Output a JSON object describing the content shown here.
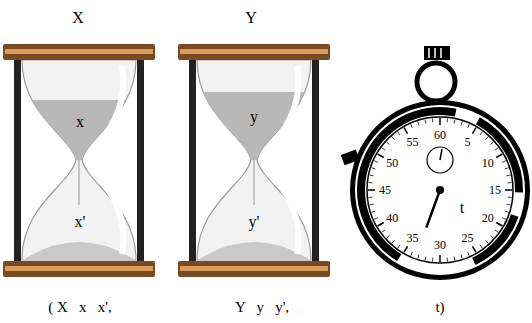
{
  "diagram": {
    "nodes": [
      {
        "text": [
          "X",
          "x",
          "x'"
        ]
      },
      {
        "text": [
          "Y",
          "y",
          "y'"
        ]
      },
      {
        "text": [
          "60",
          "5",
          "10",
          "15",
          "20",
          "25",
          "30",
          "35",
          "40",
          "45",
          "50",
          "55",
          "t"
        ]
      }
    ],
    "labels": [
      "( X   x   x',",
      "Y   y   y',",
      "t)"
    ]
  }
}
